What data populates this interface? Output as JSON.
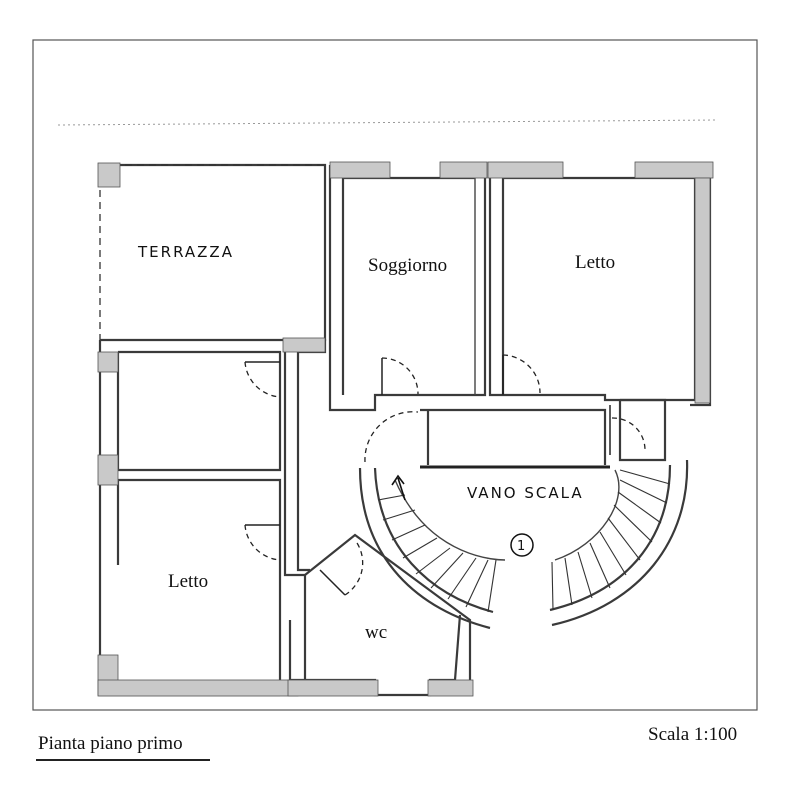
{
  "rooms": {
    "terrazza": "TERRAZZA",
    "soggiorno": "Soggiorno",
    "letto_top": "Letto",
    "letto_bottom": "Letto",
    "wc": "wc",
    "vano_scala": "VANO SCALA",
    "stair_number": "1"
  },
  "captions": {
    "plan_title": "Pianta piano primo",
    "scale": "Scala 1:100"
  }
}
